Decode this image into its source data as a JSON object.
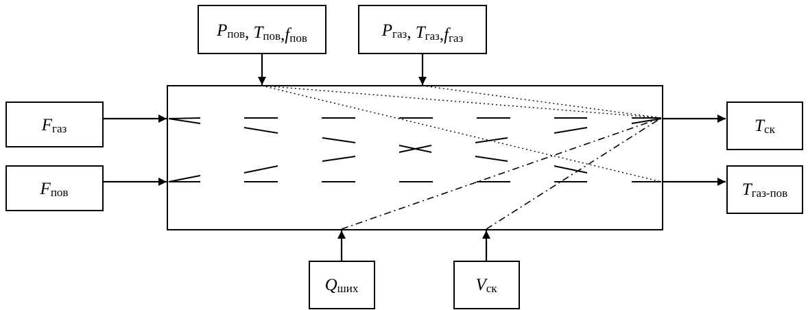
{
  "blocks": {
    "p_pov": [
      {
        "main": "P",
        "sub": "пов"
      },
      {
        "sep": ", "
      },
      {
        "main": "T",
        "sub": "пов"
      },
      {
        "sep": ","
      },
      {
        "main": "f",
        "sub": "пов"
      }
    ],
    "p_gaz": [
      {
        "main": "P",
        "sub": "газ"
      },
      {
        "sep": ", "
      },
      {
        "main": "T",
        "sub": "газ"
      },
      {
        "sep": ","
      },
      {
        "main": "f",
        "sub": "газ"
      }
    ],
    "f_gaz": [
      {
        "main": "F",
        "sub": "газ"
      }
    ],
    "f_pov": [
      {
        "main": "F",
        "sub": "пов"
      }
    ],
    "t_sk": [
      {
        "main": "T",
        "sub": "ск"
      }
    ],
    "t_gaz_pov": [
      {
        "main": "T",
        "sub": "газ-пов"
      }
    ],
    "q_shikh": [
      {
        "main": "Q",
        "sub": "ших"
      }
    ],
    "v_sk": [
      {
        "main": "V",
        "sub": "ск"
      }
    ]
  }
}
